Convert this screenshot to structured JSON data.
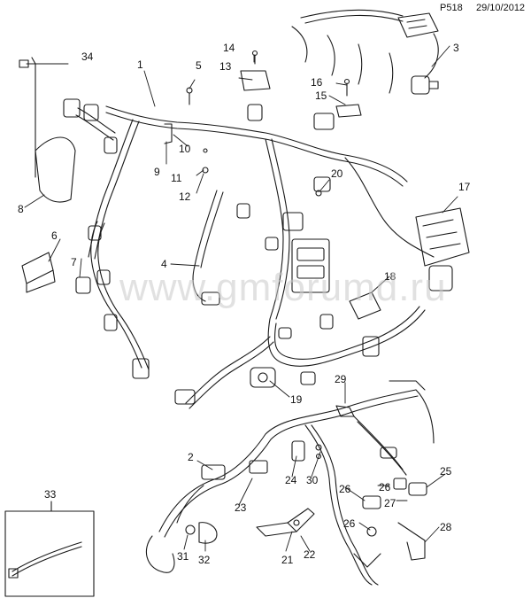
{
  "header": {
    "page_code": "P518",
    "date": "29/10/2012"
  },
  "watermark": "www.gmforumd.ru",
  "callouts": [
    "1",
    "2",
    "3",
    "4",
    "5",
    "6",
    "7",
    "8",
    "9",
    "10",
    "11",
    "12",
    "13",
    "14",
    "15",
    "16",
    "17",
    "18",
    "19",
    "20",
    "21",
    "22",
    "23",
    "24",
    "25",
    "26",
    "26",
    "26",
    "27",
    "28",
    "29",
    "30",
    "31",
    "32",
    "33",
    "34"
  ],
  "colors": {
    "line": "#1a1a1a",
    "background": "#ffffff",
    "watermark": "#c9c9c9"
  }
}
